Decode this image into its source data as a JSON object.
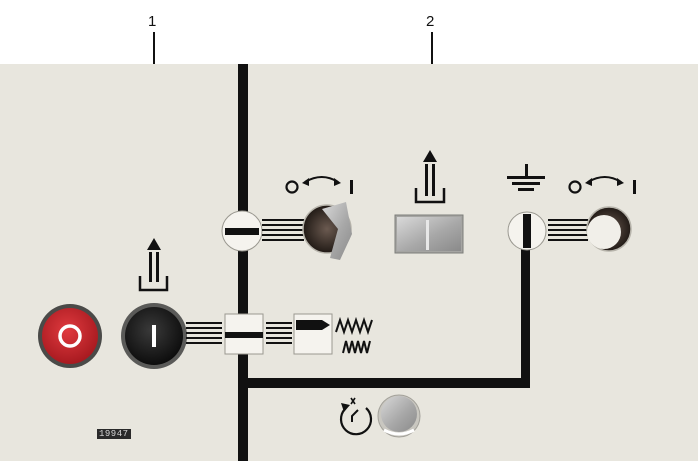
{
  "callouts": [
    {
      "label": "1"
    },
    {
      "label": "2"
    }
  ],
  "panel": {
    "serial_number": "19947",
    "switch_position_labels": {
      "open": "O",
      "closed": "I"
    },
    "colors": {
      "panel": "#e8e6de",
      "mimic_line": "#111111",
      "open_button": "#c8232a",
      "close_button": "#1c1c1c"
    }
  },
  "icons": [
    "rack-in-out-icon",
    "rack-in-out-icon",
    "earth-ground-icon",
    "spring-charged-icon",
    "spring-discharged-icon",
    "manual-spring-charge-icon"
  ]
}
